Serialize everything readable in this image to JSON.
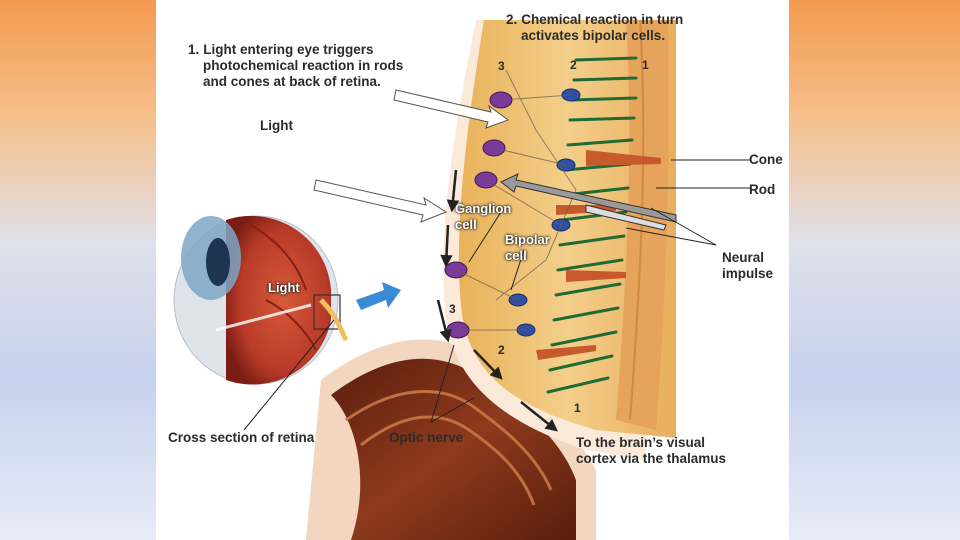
{
  "colors": {
    "background_top": "#f39a4f",
    "background_bottom": "#c7d2ee",
    "retina_fill": "#f0c77a",
    "nerve_fill": "#7a2a12",
    "cone_color": "#c65a2c",
    "rod_color": "#1f6b33",
    "arrow_blue": "#3a8bd6"
  },
  "labels": {
    "step1_number": "1.",
    "step1_text": [
      "Light entering eye triggers",
      "photochemical reaction in rods",
      "and cones at back of retina."
    ],
    "step2_number": "2.",
    "step2_text": [
      "Chemical reaction in turn",
      "activates bipolar cells."
    ],
    "light_top": "Light",
    "light_eye": "Light",
    "cone": "Cone",
    "rod": "Rod",
    "neural_impulse": [
      "Neural",
      "impulse"
    ],
    "ganglion_cell": [
      "Ganglion",
      "cell"
    ],
    "bipolar_cell": [
      "Bipolar",
      "cell"
    ],
    "cross_section": "Cross section of retina",
    "optic_nerve": "Optic nerve",
    "brain": [
      "To the brain’s visual",
      "cortex via the thalamus"
    ]
  },
  "layer_numbers": {
    "top": [
      "3",
      "2",
      "1"
    ],
    "side": [
      "3",
      "2",
      "1"
    ]
  }
}
